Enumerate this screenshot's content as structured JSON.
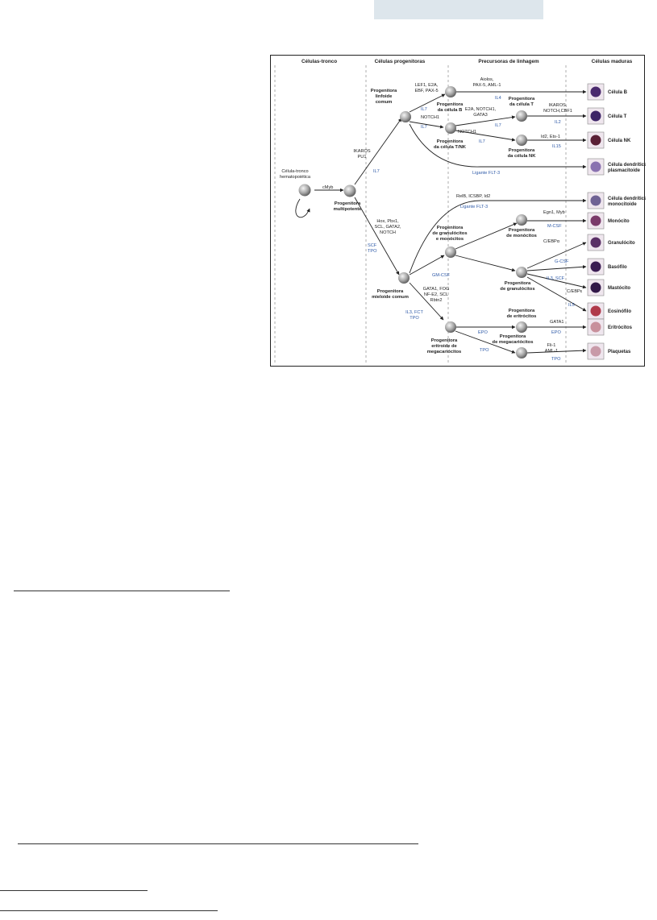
{
  "column_headers": {
    "stem": "Células-tronco",
    "progenitor": "Células progenitoras",
    "precursor": "Precursoras de linhagem",
    "mature": "Células maduras"
  },
  "nodes": {
    "hsc": [
      "Célula-tronco",
      "hematopoiética"
    ],
    "mpp": [
      "Progenitora",
      "multipotente"
    ],
    "clp": [
      "Progenitora",
      "linfoide",
      "comum"
    ],
    "prob": [
      "Progenitora",
      "da célula B"
    ],
    "protnk": [
      "Progenitora",
      "da célula T/NK"
    ],
    "prot": [
      "Progenitora",
      "da célula T"
    ],
    "pronk": [
      "Progenitora",
      "da célula NK"
    ],
    "gmp": [
      "Progenitora",
      "de granulócitos",
      "e monócitos"
    ],
    "cmp": [
      "Progenitora",
      "mieloide comum"
    ],
    "promono": [
      "Progenitora",
      "de monócitos"
    ],
    "progran": [
      "Progenitora",
      "de granulócitos"
    ],
    "mep": [
      "Progenitora",
      "eritroide de",
      "megacariócitos"
    ],
    "proery": [
      "Progenitora",
      "de eritrócitos"
    ],
    "promega": [
      "Progenitora",
      "de megacariócitos"
    ]
  },
  "factors": {
    "cmyb": "cMyb",
    "ikaros_pu1": [
      "IKAROS",
      "PU1"
    ],
    "il7_mpp": "IL7",
    "lef": [
      "LEF1, E2A,",
      "EBF, PAX-5"
    ],
    "il7_b": "IL7",
    "notch1_t": "NOTCH1",
    "il7_tnk": "IL7",
    "aiolos": [
      "Aiolos,",
      "PAX-5, AML-1"
    ],
    "il4": "IL4",
    "e2a": [
      "E2A, NOTCH1,",
      "GATA3"
    ],
    "il7_t": "IL7",
    "notch1_nk": "NOTCH1",
    "il7_nk": "IL7",
    "ikaros_notch": [
      "IKAROS,",
      "NOTCH,CBF1"
    ],
    "il2": "IL2",
    "id2_ets": "Id2, Ets-1",
    "il15": "IL15",
    "flt3_pdc": "Ligante FLT-3",
    "relb": "RelB, ICSBP, Id2",
    "flt3_mdc": "Ligante FLT-3",
    "hox": [
      "Hox, Pbx1,",
      "SCL, GATA2,",
      "NOTCH"
    ],
    "scf_tpo": [
      "SCF",
      "TPO"
    ],
    "gm_csf": "GM-CSF",
    "egn1": "Egn1, Myb",
    "m_csf": "M-CSF",
    "cebpa": "C/EBPα",
    "g_csf": "G-CSF",
    "il3_scf": "IL3, SCF",
    "cebpe": "C/EBPε",
    "il5": "IL5",
    "gata1_fog": [
      "GATA1, FOG",
      "NF-E2, SCL",
      "Rbtn2"
    ],
    "il3_fct_tpo": [
      "IL3, FCT",
      "TPO"
    ],
    "epo_1": "EPO",
    "gata1": "GATA1",
    "epo_2": "EPO",
    "tpo_1": "TPO",
    "fli1": [
      "Fli-1",
      "AML-1"
    ],
    "tpo_2": "TPO"
  },
  "cells": [
    {
      "label": [
        "Célula B"
      ],
      "color": "#4a2a6e"
    },
    {
      "label": [
        "Célula T"
      ],
      "color": "#3c2466"
    },
    {
      "label": [
        "Célula NK"
      ],
      "color": "#5a2036"
    },
    {
      "label": [
        "Célula dendrítica",
        "plasmacitoide"
      ],
      "color": "#8a72b0"
    },
    {
      "label": [
        "Célula dendrítica",
        "monocitoide"
      ],
      "color": "#6f6294"
    },
    {
      "label": [
        "Monócito"
      ],
      "color": "#7a3a6a"
    },
    {
      "label": [
        "Granulócito"
      ],
      "color": "#5a3066"
    },
    {
      "label": [
        "Basófilo"
      ],
      "color": "#3a1c52"
    },
    {
      "label": [
        "Mastócito"
      ],
      "color": "#321848"
    },
    {
      "label": [
        "Eosinófilo"
      ],
      "color": "#b03a4a"
    },
    {
      "label": [
        "Eritrócitos"
      ],
      "color": "#c8909c"
    },
    {
      "label": [
        "Plaquetas"
      ],
      "color": "#c89aa8"
    }
  ]
}
